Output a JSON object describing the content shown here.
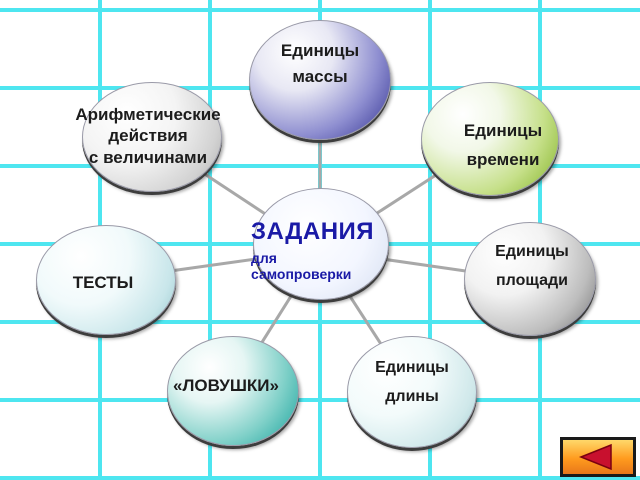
{
  "colors": {
    "grid": "#4ee6f0",
    "connector": "#a8a8a8",
    "title": "#1a1aa6",
    "back_arrow": "#c8102e"
  },
  "center": {
    "title": "ЗАДАНИЯ",
    "subtitle_line1": "для",
    "subtitle_line2": "самопроверки"
  },
  "nodes": {
    "mass": {
      "line1": "Единицы",
      "line2": "массы"
    },
    "time": {
      "line1": "Единицы",
      "line2": "времени"
    },
    "area": {
      "line1": "Единицы",
      "line2": "площади"
    },
    "length": {
      "line1": "Единицы",
      "line2": "длины"
    },
    "traps": {
      "label": "«ЛОВУШКИ»"
    },
    "tests": {
      "label": "ТЕСТЫ"
    },
    "arith": {
      "line1": "Арифметические",
      "line2": "действия",
      "line3": "с величинами"
    }
  },
  "nav": {
    "back_icon": "back-arrow-icon"
  }
}
